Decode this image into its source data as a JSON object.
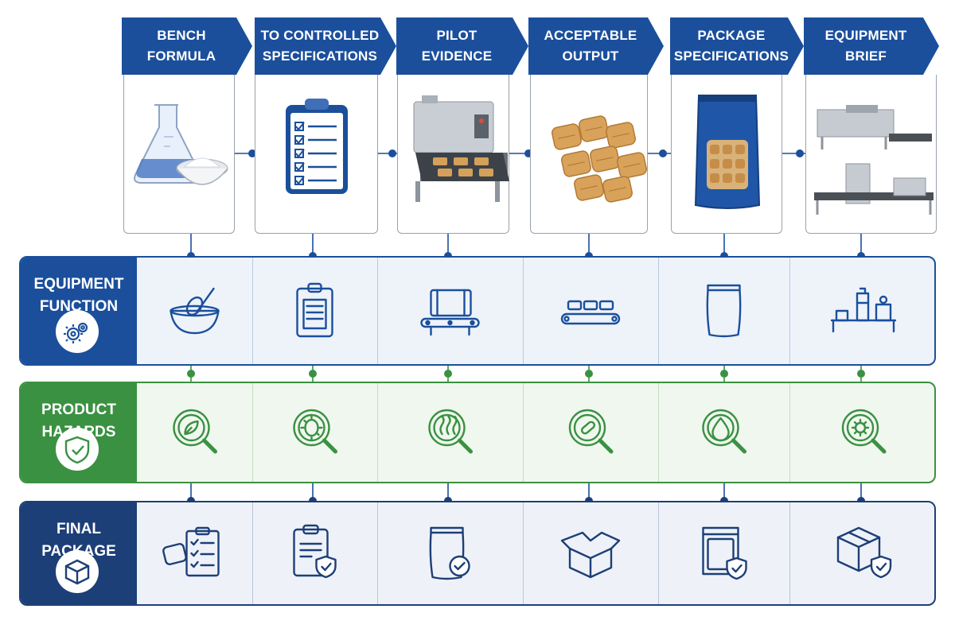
{
  "stages": [
    {
      "label": "BENCH\nFORMULA",
      "illustration": "flask-with-powder-bowl"
    },
    {
      "label": "TO CONTROLLED\nSPECIFICATIONS",
      "illustration": "checklist-clipboard"
    },
    {
      "label": "PILOT\nEVIDENCE",
      "illustration": "pilot-oven-machine"
    },
    {
      "label": "ACCEPTABLE\nOUTPUT",
      "illustration": "snack-pillows"
    },
    {
      "label": "PACKAGE\nSPECIFICATIONS",
      "illustration": "filled-stand-up-pouch"
    },
    {
      "label": "EQUIPMENT\nBRIEF",
      "illustration": "production-line-equipment"
    }
  ],
  "rows": [
    {
      "label": "EQUIPMENT\nFUNCTION",
      "badge_icon": "gears-icon",
      "color": "#1b4f9c",
      "tint": "#eef3fa",
      "icons": [
        "mixing-bowl-whisk-icon",
        "clipboard-document-icon",
        "oven-conveyor-icon",
        "conveyor-snacks-icon",
        "pouch-icon",
        "production-line-icon"
      ]
    },
    {
      "label": "PRODUCT\nHAZARDS",
      "badge_icon": "shield-check-icon",
      "color": "#3a9142",
      "tint": "#f0f7ee",
      "icons": [
        "magnifier-leaf-icon",
        "magnifier-microbe-icon",
        "magnifier-heat-icon",
        "magnifier-foreign-object-icon",
        "magnifier-moisture-icon",
        "magnifier-gear-icon"
      ]
    },
    {
      "label": "FINAL\nPACKAGE",
      "badge_icon": "box-icon",
      "color": "#1d3f77",
      "tint": "#eef2f8",
      "icons": [
        "pillow-checklist-icon",
        "clipboard-shield-icon",
        "pouch-check-icon",
        "open-box-icon",
        "pouch-shield-icon",
        "box-shield-icon"
      ]
    }
  ],
  "colors": {
    "primary": "#1b4f9c",
    "hazard": "#3a9142",
    "final": "#1d3f77",
    "connector": "#1b4f9c"
  }
}
